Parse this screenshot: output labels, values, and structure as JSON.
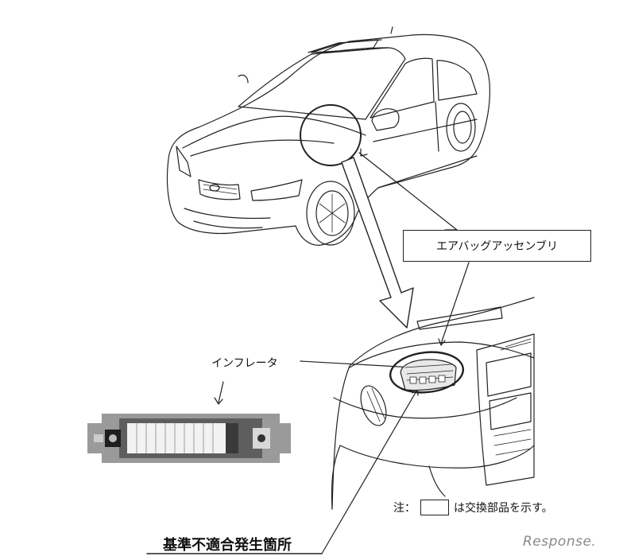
{
  "labels": {
    "airbag_assembly": "エアバッグアッセンブリ",
    "inflator": "インフレータ",
    "defect_location": "基準不適合発生箇所",
    "note_prefix": "注：",
    "note_suffix": "は交換部品を示す。"
  },
  "watermark": "Response."
}
